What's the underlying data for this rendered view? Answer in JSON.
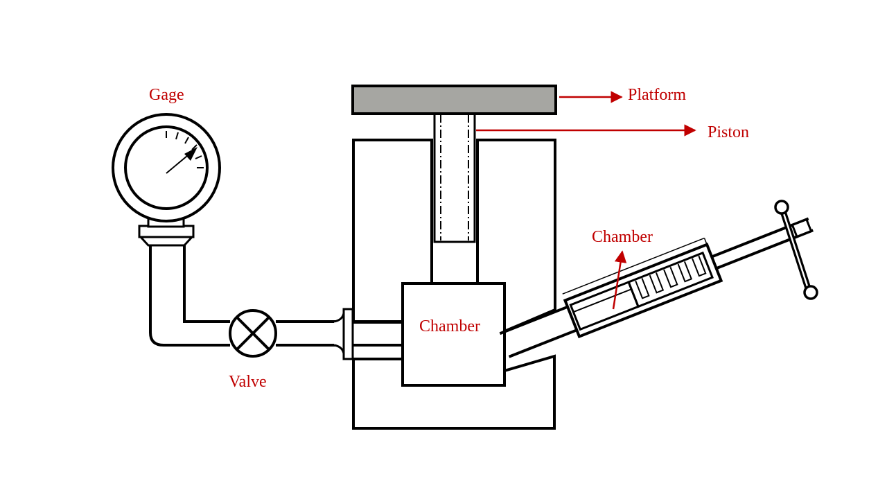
{
  "labels": {
    "gage": "Gage",
    "platform": "Platform",
    "piston": "Piston",
    "chamber_upper": "Chamber",
    "chamber_main": "Chamber",
    "valve": "Valve"
  },
  "colors": {
    "label": "#c00000",
    "outline": "#000000",
    "platform_fill": "#a6a6a2",
    "background": "#ffffff"
  }
}
